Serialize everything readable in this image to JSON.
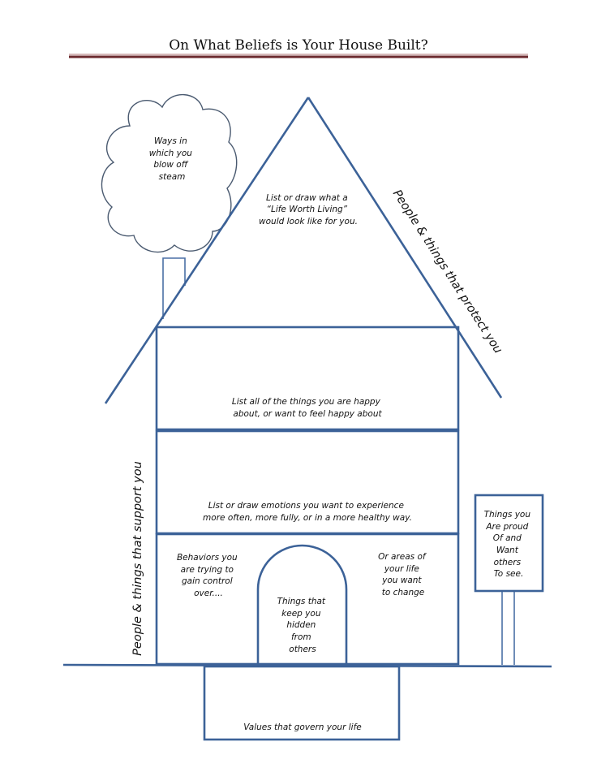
{
  "title": "On What Beliefs is Your House Built?",
  "colors": {
    "outline": "#3c6298",
    "rule": "#6b2a2e"
  },
  "cloud": {
    "lines": [
      "Ways in",
      "which you",
      "blow off",
      "steam"
    ]
  },
  "roof": {
    "lines": [
      "List or draw what a",
      "“Life Worth Living”",
      "would look like for you."
    ]
  },
  "roof_side_label": "People & things that protect you",
  "left_side_label": "People & things that support you",
  "floor1": {
    "lines": [
      "List all of the things you are happy",
      "about, or want to feel happy about"
    ]
  },
  "floor2": {
    "lines": [
      "List or draw emotions you want to experience",
      "more often, more fully, or in a more healthy way."
    ]
  },
  "floor3_left": {
    "lines": [
      "Behaviors you",
      "are trying to",
      "gain control",
      "over...."
    ]
  },
  "floor3_right": {
    "lines": [
      "Or areas of",
      "your life",
      "you want",
      "to change"
    ]
  },
  "door": {
    "lines": [
      "Things that",
      "keep you",
      "hidden",
      "from",
      "others"
    ]
  },
  "sign": {
    "lines": [
      "Things you",
      "Are proud",
      "Of and",
      "Want",
      "others",
      "To see."
    ]
  },
  "basement": {
    "label": "Values that govern your life"
  }
}
